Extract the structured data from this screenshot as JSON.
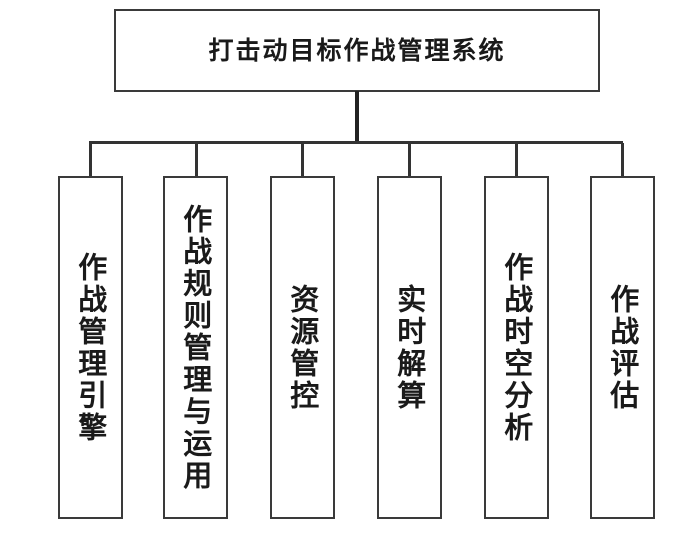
{
  "diagram": {
    "type": "organization-hierarchy",
    "orientation": "top-down",
    "root": {
      "label": "打击动目标作战管理系统"
    },
    "children": [
      {
        "label": "作战管理引擎"
      },
      {
        "label": "作战规则管理与运用"
      },
      {
        "label": "资源管控"
      },
      {
        "label": "实时解算"
      },
      {
        "label": "作战时空分析"
      },
      {
        "label": "作战评估"
      }
    ],
    "colors": {
      "background": "#ffffff",
      "box_border": "#3a3a3a",
      "box_fill": "#ffffff",
      "connector": "#333333",
      "text": "#1a1a1a"
    }
  }
}
